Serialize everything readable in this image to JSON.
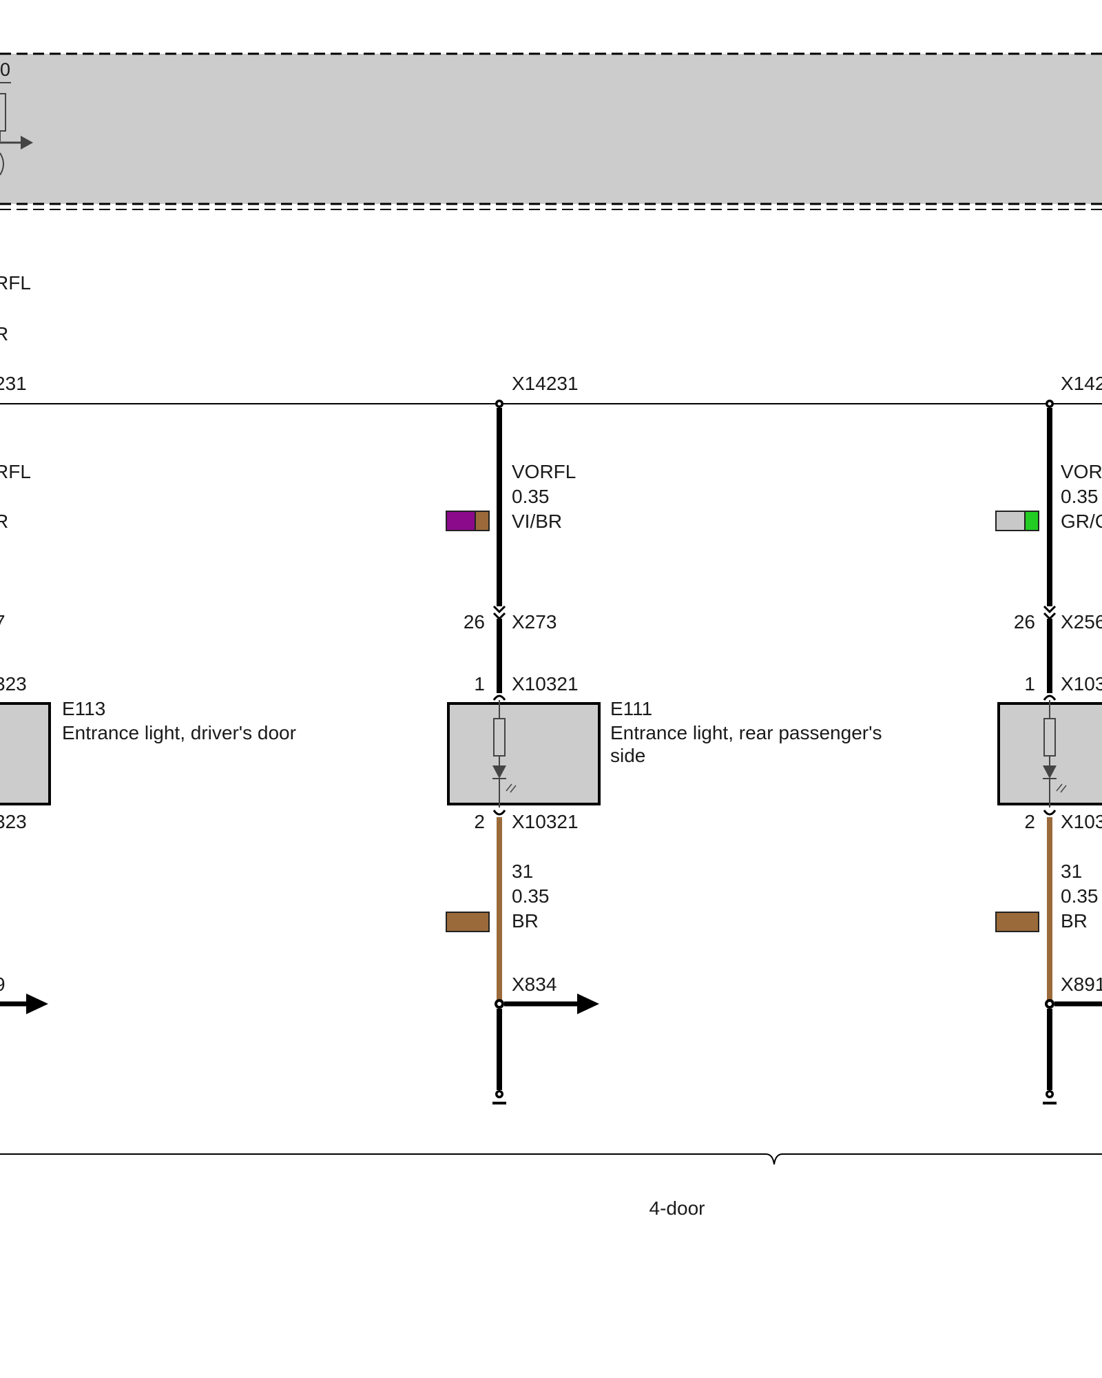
{
  "colors": {
    "background": "#ffffff",
    "housing_fill": "#cccccc",
    "wire_black": "#000000",
    "wire_brown": "#9a6a3a",
    "violet": "#8b0a8b",
    "grey": "#c8c8c8",
    "green": "#22cc22"
  },
  "top_module": {
    "partial_label": "0"
  },
  "left_column": {
    "partial_signal_top": "RFL",
    "partial_color_top": "R",
    "partial_connector_top": "231",
    "partial_signal": "RFL",
    "partial_color": "R",
    "partial_splice": "7",
    "partial_conn_in": "323",
    "partial_conn_out": "323",
    "partial_ground": "9",
    "component": {
      "id": "E113",
      "description": "Entrance light, driver's door"
    }
  },
  "middle_column": {
    "top_connector": "X14231",
    "wire_top": {
      "signal": "VORFL",
      "size": "0.35",
      "color_code": "VI/BR"
    },
    "splice": {
      "pin": "26",
      "connector": "X273"
    },
    "conn_in": {
      "pin": "1",
      "connector": "X10321"
    },
    "component": {
      "id": "E111",
      "description_line1": "Entrance light, rear passenger's",
      "description_line2": "side"
    },
    "conn_out": {
      "pin": "2",
      "connector": "X10321"
    },
    "wire_bottom": {
      "signal": "31",
      "size": "0.35",
      "color_code": "BR"
    },
    "ground_connector": "X834"
  },
  "right_column": {
    "top_connector": "X142",
    "wire_top": {
      "signal": "VOR",
      "size": "0.35",
      "color_code": "GR/C"
    },
    "splice": {
      "pin": "26",
      "connector": "X256"
    },
    "conn_in": {
      "pin": "1",
      "connector": "X103"
    },
    "conn_out": {
      "pin": "2",
      "connector": "X103"
    },
    "wire_bottom": {
      "signal": "31",
      "size": "0.35",
      "color_code": "BR"
    },
    "ground_connector": "X891"
  },
  "variant_label": "4-door"
}
